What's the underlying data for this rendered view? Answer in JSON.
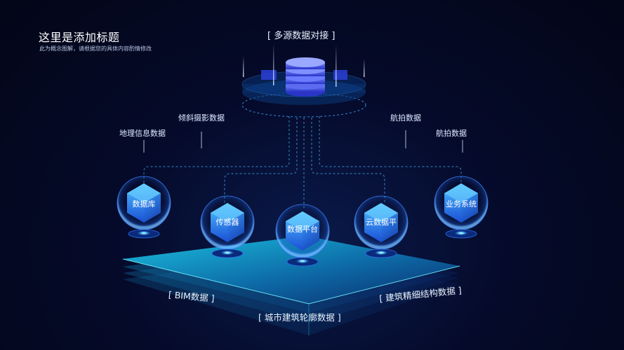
{
  "header": {
    "title": "这里是添加标题",
    "subtitle": "此为概念图解，请根据您的具体内容酌情修改"
  },
  "top_hub": {
    "label": "[ 多源数据对接 ]"
  },
  "data_labels": [
    "地理信息数据",
    "倾斜摄影数据",
    "航拍数据",
    "航拍数据"
  ],
  "nodes": [
    "数据库",
    "传感器",
    "数据平台",
    "云数据平",
    "业务系统"
  ],
  "platform": {
    "left": "[ BIM数据 ]",
    "right": "[ 建筑精细结构数据 ]",
    "bottom": "[ 城市建筑轮廓数据 ]"
  },
  "colors": {
    "background": "#050a2a",
    "accent": "#1e90ff",
    "cyan": "#38d6ff",
    "platform": "#12a9c9"
  }
}
